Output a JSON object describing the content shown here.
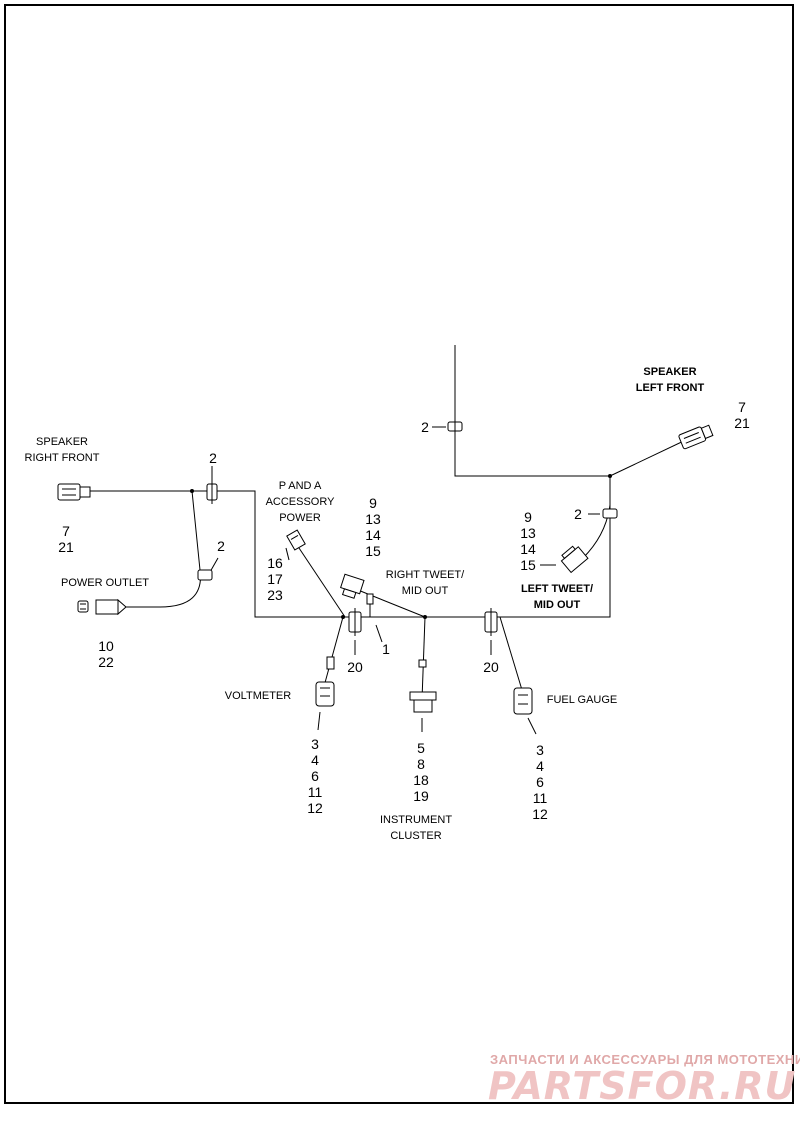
{
  "labels": {
    "speaker_right_front": [
      "SPEAKER",
      "RIGHT FRONT"
    ],
    "speaker_left_front": [
      "SPEAKER",
      "LEFT FRONT"
    ],
    "p_and_a": [
      "P AND A",
      "ACCESSORY",
      "POWER"
    ],
    "right_tweet": [
      "RIGHT TWEET/",
      "MID OUT"
    ],
    "left_tweet": [
      "LEFT TWEET/",
      "MID OUT"
    ],
    "power_outlet": "POWER OUTLET",
    "voltmeter": "VOLTMETER",
    "fuel_gauge": "FUEL GAUGE",
    "instrument_cluster": [
      "INSTRUMENT",
      "CLUSTER"
    ]
  },
  "callouts": {
    "speaker_right_front": [
      "7",
      "21"
    ],
    "speaker_left_front": [
      "7",
      "21"
    ],
    "power_outlet": [
      "10",
      "22"
    ],
    "p_and_a": [
      "16",
      "17",
      "23"
    ],
    "right_tweet": [
      "9",
      "13",
      "14",
      "15"
    ],
    "left_tweet": [
      "9",
      "13",
      "14",
      "15"
    ],
    "voltmeter": [
      "3",
      "4",
      "6",
      "11",
      "12"
    ],
    "fuel_gauge": [
      "3",
      "4",
      "6",
      "11",
      "12"
    ],
    "instrument_cluster": [
      "5",
      "8",
      "18",
      "19"
    ],
    "clip_top": "2",
    "clip_right_front": "2",
    "clip_power_outlet": "2",
    "clip_left": "2",
    "clip_voltmeter": "20",
    "clip_fuel": "20",
    "connector_1": "1"
  },
  "watermark": {
    "line1": "ЗАПЧАСТИ И АКСЕССУАРЫ ДЛЯ МОТОТЕХНИКИ",
    "line2": "PARTSFOR.RU"
  }
}
